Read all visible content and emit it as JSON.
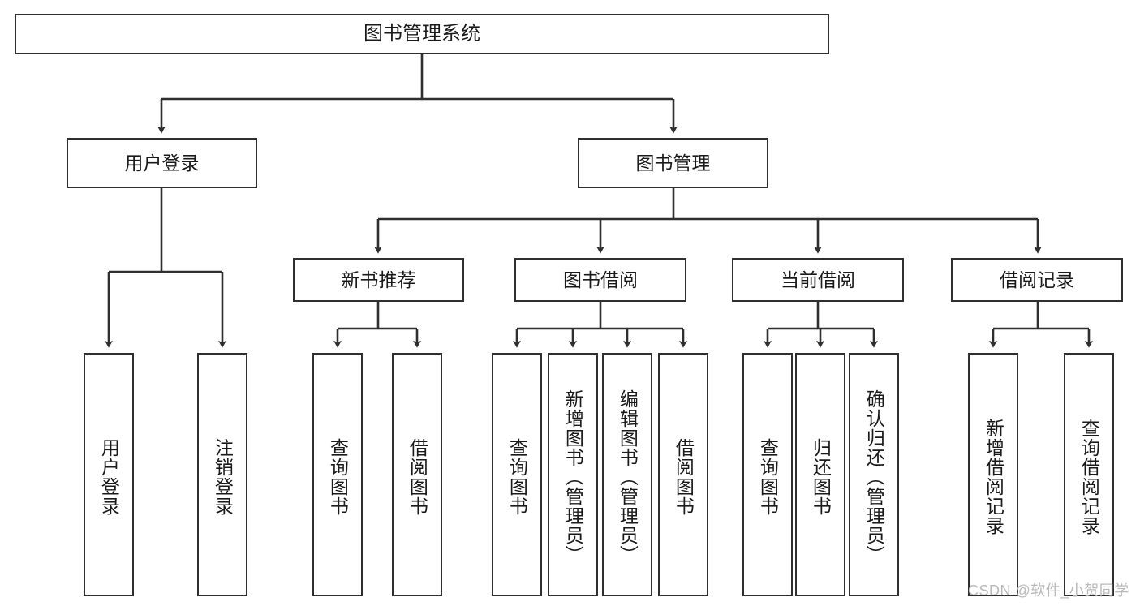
{
  "diagram": {
    "type": "tree-hierarchy-chart",
    "root": {
      "label": "图书管理系统"
    },
    "level2": [
      {
        "label": "用户登录"
      },
      {
        "label": "图书管理"
      }
    ],
    "level3": [
      {
        "label": "新书推荐"
      },
      {
        "label": "图书借阅"
      },
      {
        "label": "当前借阅"
      },
      {
        "label": "借阅记录"
      }
    ],
    "leaves_user_login": [
      {
        "label": "用户登录"
      },
      {
        "label": "注销登录"
      }
    ],
    "leaves_new_book": [
      {
        "label": "查询图书"
      },
      {
        "label": "借阅图书"
      }
    ],
    "leaves_book_borrow": [
      {
        "label": "查询图书"
      },
      {
        "label": "新增图书（管理员）"
      },
      {
        "label": "编辑图书（管理员）"
      },
      {
        "label": "借阅图书"
      }
    ],
    "leaves_current_borrow": [
      {
        "label": "查询图书"
      },
      {
        "label": "归还图书"
      },
      {
        "label": "确认归还（管理员）"
      }
    ],
    "leaves_borrow_record": [
      {
        "label": "新增借阅记录"
      },
      {
        "label": "查询借阅记录"
      }
    ]
  },
  "watermark": {
    "text": "CSDN @软件_小贺同学"
  },
  "colors": {
    "border": "#2f2f2f",
    "text": "#1a1a1a",
    "background": "#ffffff",
    "watermark": "#b9b9b9"
  }
}
